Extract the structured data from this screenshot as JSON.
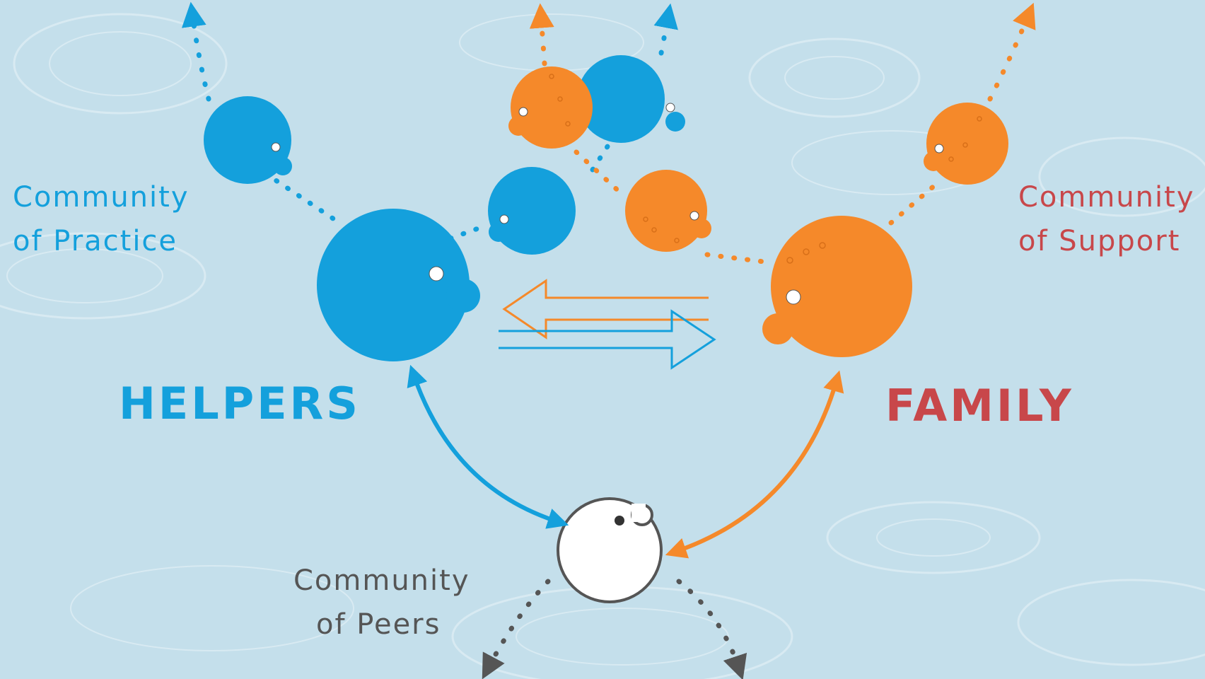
{
  "colors": {
    "water_light": "#cfe6f0",
    "water_dark": "#9fc8da",
    "helpers_blue": "#14a0dc",
    "family_orange": "#f5892a",
    "support_red": "#c8474a",
    "peers_gray": "#555555",
    "peer_fill": "#ffffff"
  },
  "labels": {
    "community_practice": {
      "line1": "Community",
      "line2": "of Practice"
    },
    "community_support": {
      "line1": "Community",
      "line2": "of Support"
    },
    "community_peers": {
      "line1": "Community",
      "line2": "of Peers"
    },
    "helpers": "HELPERS",
    "family": "FAMILY"
  },
  "icons": {
    "helper_heads": "blue-head-icon",
    "family_heads": "orange-head-icon",
    "peer_head": "white-head-icon"
  }
}
